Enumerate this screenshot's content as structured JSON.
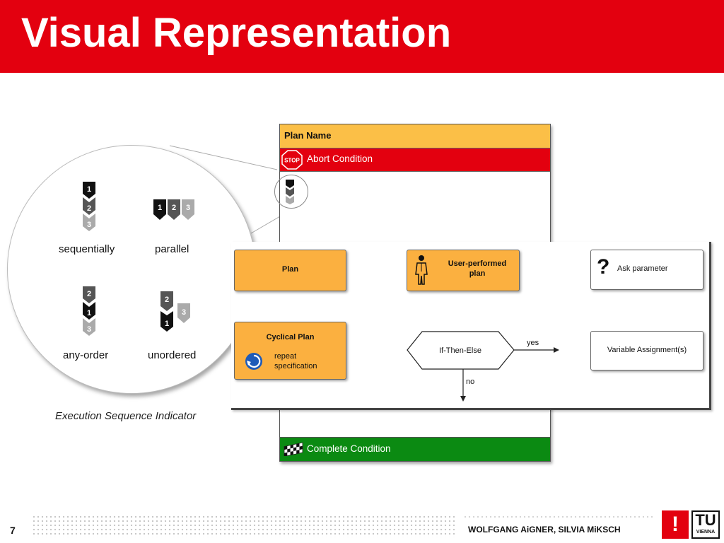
{
  "slide": {
    "title": "Visual Representation",
    "page_number": "7",
    "authors": "WOLFGANG AiGNER, SILVIA MiKSCH"
  },
  "plan": {
    "name": "Plan Name",
    "abort_condition": "Abort Condition",
    "stop_sign": "STOP",
    "complete_condition": "Complete Condition"
  },
  "indicator": {
    "caption": "Execution Sequence Indicator",
    "sequentially": "sequentially",
    "parallel": "parallel",
    "any_order": "any-order",
    "unordered": "unordered",
    "n1": "1",
    "n2": "2",
    "n3": "3"
  },
  "legend": {
    "plan": "Plan",
    "user_performed_line1": "User-performed",
    "user_performed_line2": "plan",
    "ask_parameter": "Ask parameter",
    "cyclical_plan": "Cyclical Plan",
    "repeat_line1": "repeat",
    "repeat_line2": "specification",
    "if_then_else": "If-Then-Else",
    "yes": "yes",
    "no": "no",
    "variable_assignment": "Variable Assignment(s)",
    "question_mark": "?"
  },
  "logo": {
    "bang": "!",
    "tu": "TU",
    "vienna": "VIENNA"
  },
  "colors": {
    "header_red": "#e3000f",
    "plan_orange": "#fbbf47",
    "complete_green": "#0b8a12"
  }
}
